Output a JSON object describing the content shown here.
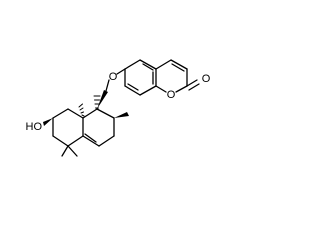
{
  "structure": {
    "atoms": {
      "ether_o": "O",
      "ring_o": "O",
      "carbonyl_o": "O",
      "hydroxyl": "HO"
    }
  },
  "colors": {
    "bond": "#000000",
    "background": "#ffffff"
  }
}
